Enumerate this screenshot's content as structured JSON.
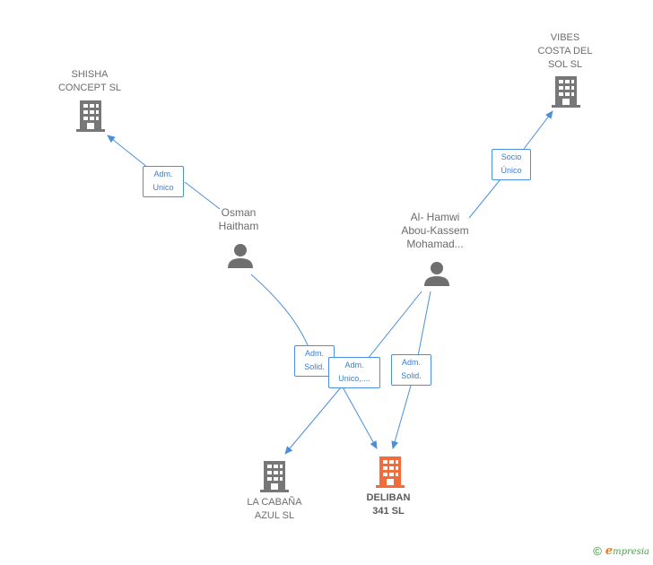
{
  "colors": {
    "edge": "#4a8fdd",
    "company": "#777777",
    "focus_company": "#f26b3a",
    "person": "#6f6f6f"
  },
  "nodes": {
    "shisha": {
      "label": "SHISHA\nCONCEPT SL",
      "icon": "building-icon"
    },
    "vibes": {
      "label": "VIBES\nCOSTA DEL\nSOL SL",
      "icon": "building-icon"
    },
    "osman": {
      "label": "Osman\nHaitham",
      "icon": "person-icon"
    },
    "alhamwi": {
      "label": "Al- Hamwi\nAbou-Kassem\nMohamad...",
      "icon": "person-icon"
    },
    "cabana": {
      "label": "LA CABAÑA\nAZUL SL",
      "icon": "building-icon"
    },
    "deliban": {
      "label": "DELIBAN\n341 SL",
      "icon": "building-icon"
    }
  },
  "edges": {
    "osman_shisha": "Adm.\nUnico",
    "alhamwi_vibes": "Socio\nÚnico",
    "osman_deliban": "Adm.\nSolid.",
    "alhamwi_cabana": "Adm.\nUnico,....",
    "alhamwi_deliban": "Adm.\nSolid."
  },
  "footer": {
    "copyright": "©",
    "brand_initial": "e",
    "brand_rest": "mpresia"
  }
}
